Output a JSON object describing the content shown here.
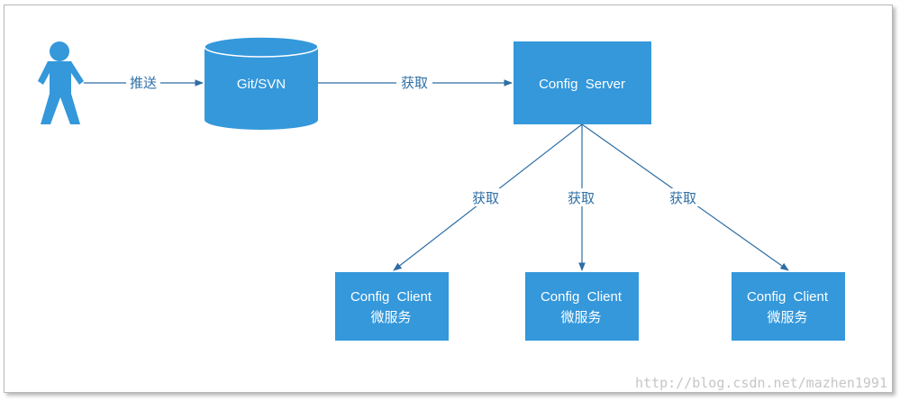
{
  "colors": {
    "node_fill": "#3498db",
    "edge": "#2e6da4",
    "label": "#2f6fa6",
    "person": "#3498db",
    "watermark": "#c6c6c6"
  },
  "person": {
    "icon": "person-icon"
  },
  "nodes": {
    "git": {
      "label": "Git/SVN",
      "shape": "cylinder"
    },
    "server": {
      "label": "Config  Server"
    },
    "client1": {
      "line1": "Config  Client",
      "line2": "微服务"
    },
    "client2": {
      "line1": "Config  Client",
      "line2": "微服务"
    },
    "client3": {
      "line1": "Config  Client",
      "line2": "微服务"
    }
  },
  "edges": {
    "push": {
      "label": "推送"
    },
    "fetch_git": {
      "label": "获取"
    },
    "fetch_client1": {
      "label": "获取"
    },
    "fetch_client2": {
      "label": "获取"
    },
    "fetch_client3": {
      "label": "获取"
    }
  },
  "watermark": "http://blog.csdn.net/mazhen1991"
}
